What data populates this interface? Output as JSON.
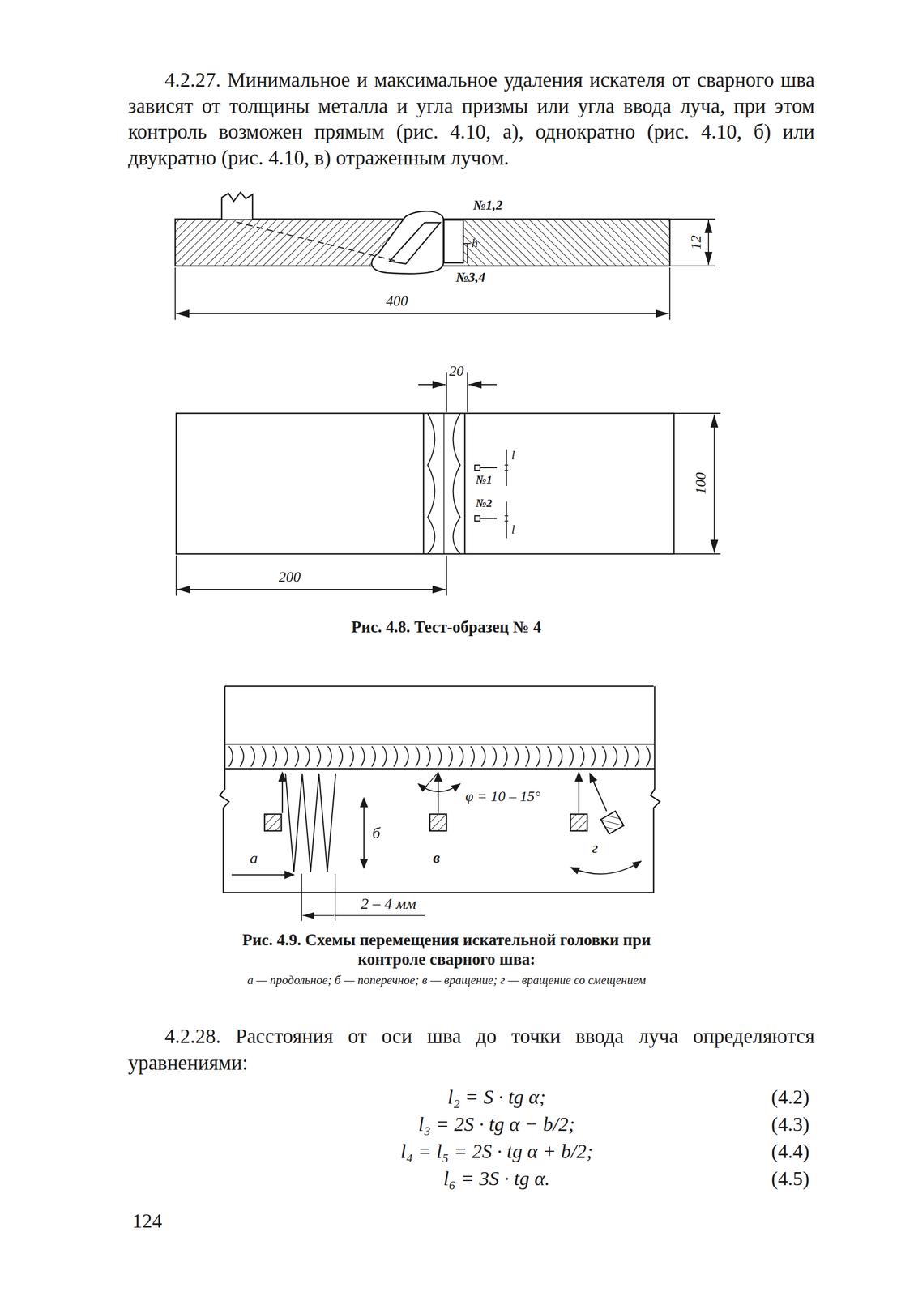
{
  "diagram": {
    "labels": [
      "4.2.27. Минимальное и максимальное удаления искателя от сварного шва зависят от толщины металла и угла призмы или угла ввода луча, при этом контроль возможен прямым (рис. 4.10, а), однократно (рис. 4.10, б) или двукратно (рис. 4.10, в) отраженным лучом.",
      "№1,2",
      "12",
      "h",
      "№3,4",
      "400",
      "20",
      "№1",
      "l",
      "№2",
      "l",
      "100",
      "200",
      "Рис. 4.8. Тест-образец № 4",
      "φ = 10 – 15°",
      "а",
      "б",
      "в",
      "г",
      "2 – 4 мм",
      "Рис. 4.9. Схемы перемещения искательной головки при контроле сварного шва:",
      "а — продольное; б — поперечное; в — вращение; г — вращение со смещением",
      "4.2.28. Расстояния от оси шва до точки ввода луча определяются уравнениями:",
      "l₂ = S · tg α;",
      "(4.2)",
      "l₃ = 2S · tg α − b/2;",
      "(4.3)",
      "l₄ = l₅ = 2S · tg α + b/2;",
      "(4.4)",
      "l₆ = 3S · tg α.",
      "(4.5)",
      "124"
    ]
  }
}
